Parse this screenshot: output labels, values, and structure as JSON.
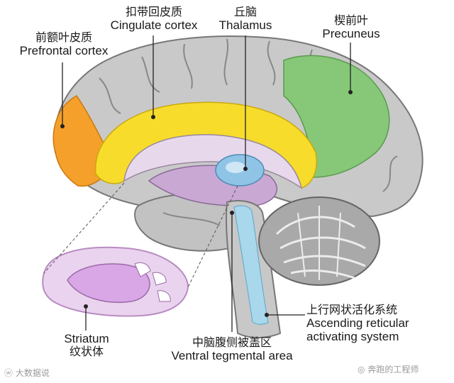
{
  "labels": {
    "cingulate": {
      "zh": "扣带回皮质",
      "en": "Cingulate cortex"
    },
    "thalamus": {
      "zh": "丘脑",
      "en": "Thalamus"
    },
    "precuneus": {
      "zh": "楔前叶",
      "en": "Precuneus"
    },
    "prefrontal": {
      "zh": "前额叶皮质",
      "en": "Prefrontal cortex"
    },
    "striatum": {
      "en": "Striatum",
      "zh": "纹状体"
    },
    "vta": {
      "zh": "中脑腹侧被盖区",
      "en": "Ventral tegmental area"
    },
    "aras": {
      "zh": "上行网状活化系统",
      "en1": "Ascending reticular",
      "en2": "activating system"
    }
  },
  "watermarks": {
    "left": "大数据说",
    "right": "奔跑的工程师"
  },
  "colors": {
    "prefrontal": "#f5a02a",
    "cingulate": "#f7dc2c",
    "precuneus": "#86c878",
    "thalamus": "#8fc4e6",
    "striatum": "#d9a6e6",
    "cortex": "#c9c9c9",
    "cerebellum": "#a9a9a9"
  }
}
